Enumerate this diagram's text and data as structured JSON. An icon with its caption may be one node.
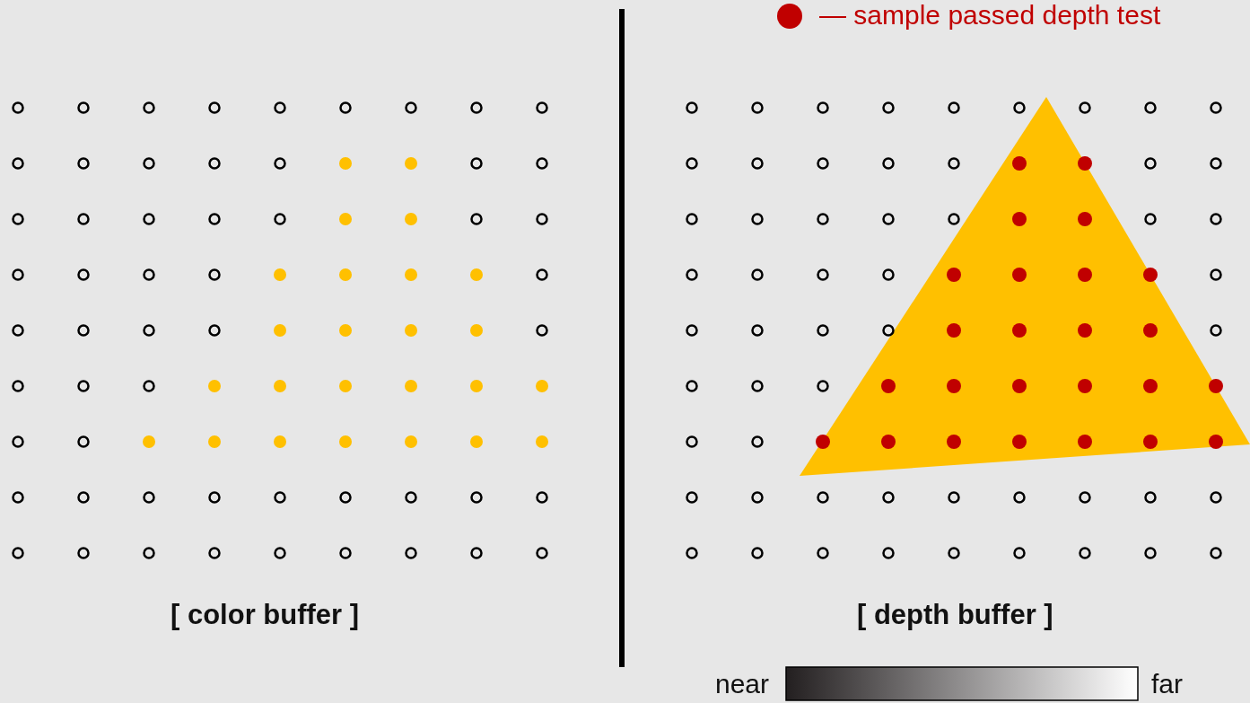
{
  "diagram": {
    "labels": [
      "[ color buffer ]",
      "[ depth buffer ]",
      "near",
      "far"
    ],
    "legend": [
      {
        "text": "— sample passed depth test",
        "color": "#c00000"
      }
    ]
  }
}
